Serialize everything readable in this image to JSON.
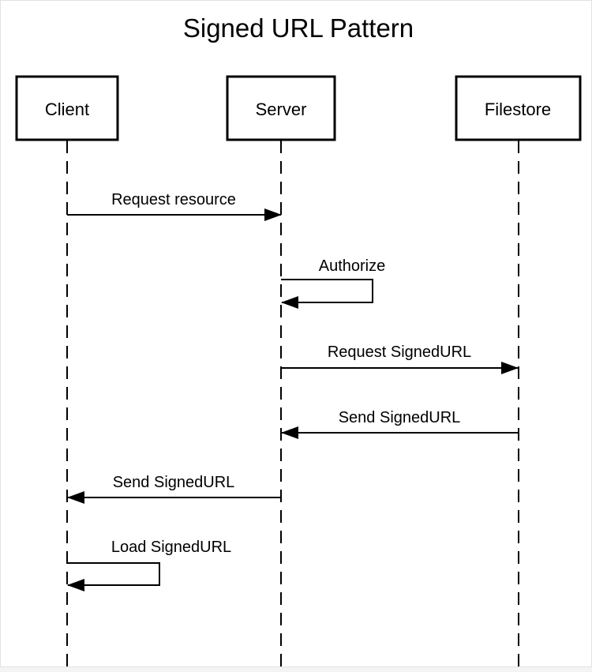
{
  "diagram": {
    "title": "Signed URL Pattern",
    "participants": [
      {
        "id": "client",
        "label": "Client"
      },
      {
        "id": "server",
        "label": "Server"
      },
      {
        "id": "filestore",
        "label": "Filestore"
      }
    ],
    "messages": [
      {
        "from": "client",
        "to": "server",
        "label": "Request resource"
      },
      {
        "from": "server",
        "to": "server",
        "label": "Authorize"
      },
      {
        "from": "server",
        "to": "filestore",
        "label": "Request SignedURL"
      },
      {
        "from": "filestore",
        "to": "server",
        "label": "Send SignedURL"
      },
      {
        "from": "server",
        "to": "client",
        "label": "Send SignedURL"
      },
      {
        "from": "client",
        "to": "client",
        "label": "Load SignedURL"
      }
    ]
  }
}
